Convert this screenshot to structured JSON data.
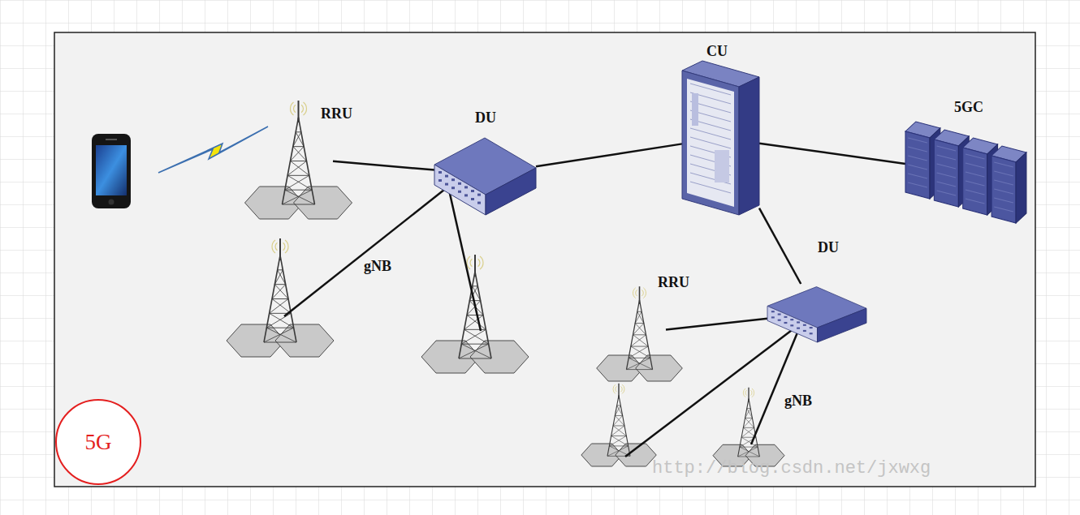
{
  "diagram": {
    "nodes": [
      {
        "text": [
          "RRU"
        ]
      },
      {
        "text": [
          "DU"
        ]
      },
      {
        "text": [
          "CU"
        ]
      },
      {
        "text": [
          "5GC"
        ]
      },
      {
        "text": [
          "DU"
        ]
      },
      {
        "text": [
          "RRU"
        ]
      },
      {
        "text": [
          "5G"
        ]
      }
    ],
    "edges": [
      {
        "from": 1,
        "to": 0,
        "arrow": "none"
      },
      {
        "from": 1,
        "to": 2,
        "arrow": "none"
      },
      {
        "from": 2,
        "to": 3,
        "arrow": "none"
      },
      {
        "from": 2,
        "to": 4,
        "arrow": "none"
      },
      {
        "from": 4,
        "to": 5,
        "arrow": "none"
      }
    ],
    "labels": [
      "gNB",
      "gNB",
      "http://blog.csdn.net/jxwxg"
    ]
  }
}
